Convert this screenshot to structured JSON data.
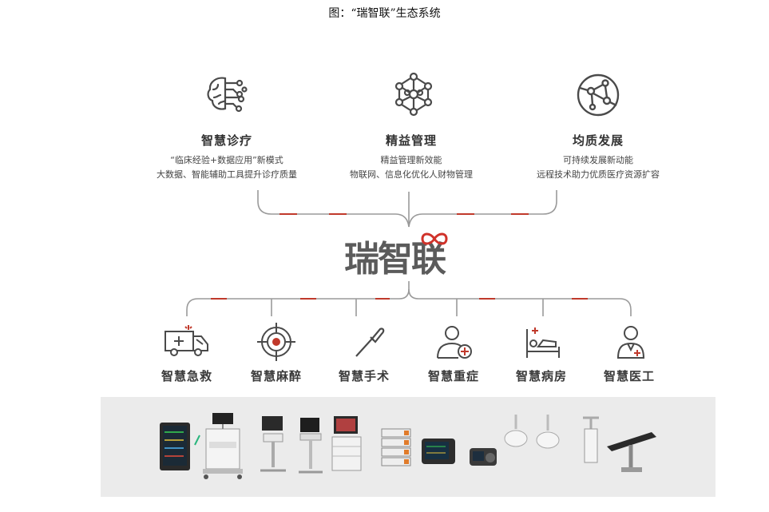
{
  "caption": "图：“瑞智联”生态系统",
  "pillars": [
    {
      "title": "智慧诊疗",
      "line1": "“临床经验+数据应用”新模式",
      "line2": "大数据、智能辅助工具提升诊疗质量",
      "icon": "brain-circuit-icon"
    },
    {
      "title": "精益管理",
      "line1": "精益管理新效能",
      "line2": "物联网、信息化优化人财物管理",
      "icon": "network-nodes-icon"
    },
    {
      "title": "均质发展",
      "line1": "可持续发展新动能",
      "line2": "远程技术助力优质医疗资源扩容",
      "icon": "globe-network-icon"
    }
  ],
  "logo": {
    "text": "瑞智联"
  },
  "modules": [
    {
      "label": "智慧急救",
      "icon": "ambulance-icon"
    },
    {
      "label": "智慧麻醉",
      "icon": "target-icon"
    },
    {
      "label": "智慧手术",
      "icon": "scalpel-icon"
    },
    {
      "label": "智慧重症",
      "icon": "patient-plus-icon"
    },
    {
      "label": "智慧病房",
      "icon": "hospital-bed-icon"
    },
    {
      "label": "智慧医工",
      "icon": "doctor-icon"
    }
  ],
  "colors": {
    "accent_red": "#c0392b",
    "line_gray": "#9a9a9a",
    "text_dark": "#333333",
    "panel_bg": "#ebebeb"
  },
  "devices": [
    "patient-monitor",
    "anesthesia-machine",
    "ultrasound-cart",
    "ultrasound-cart-2",
    "endoscopy-tower",
    "infusion-pumps",
    "vital-signs-monitor",
    "defibrillator",
    "surgical-light",
    "surgical-light-2",
    "pendant",
    "operating-table"
  ]
}
